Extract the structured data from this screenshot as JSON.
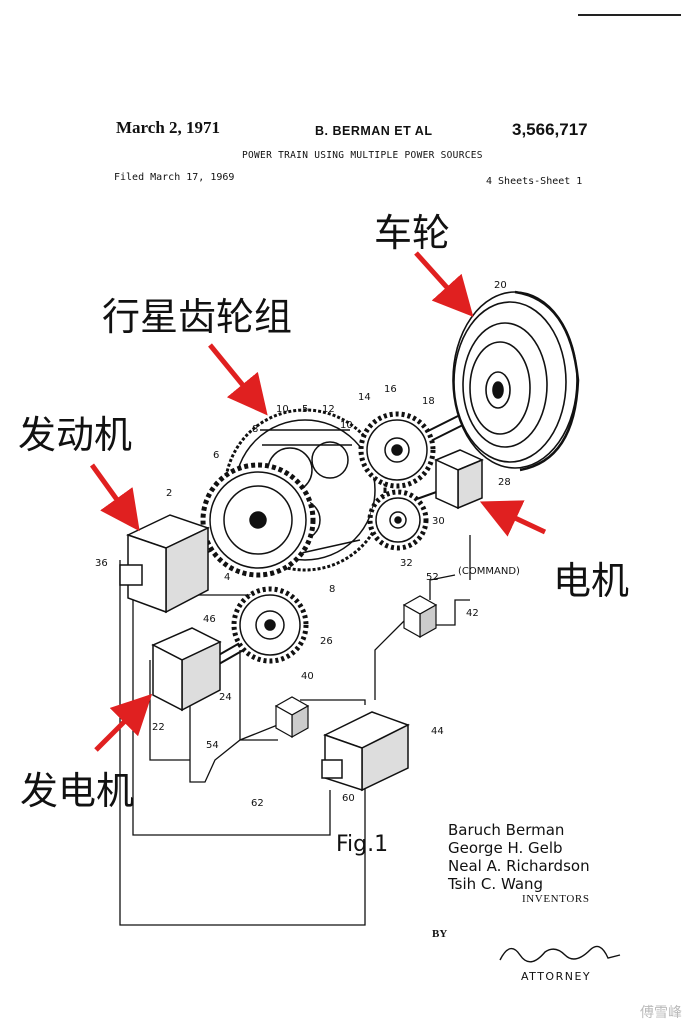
{
  "header": {
    "date": "March 2, 1971",
    "inventor": "B. BERMAN  ET AL",
    "patent_number": "3,566,717",
    "title": "POWER TRAIN USING MULTIPLE POWER SOURCES",
    "filed": "Filed March 17, 1969",
    "sheets": "4 Sheets-Sheet 1"
  },
  "annotations": {
    "wheel": "车轮",
    "planetary_gearset": "行星齿轮组",
    "engine": "发动机",
    "motor": "电机",
    "generator": "发电机"
  },
  "reference_numbers": {
    "n20": "20",
    "n16": "16",
    "n14": "14",
    "n18": "18",
    "n12": "12",
    "n10a": "10",
    "n10b": "10",
    "n5": "5",
    "n8a": "8",
    "n8b": "8",
    "n6": "6",
    "n2": "2",
    "n36": "36",
    "n4": "4",
    "n28": "28",
    "n30": "30",
    "n32": "32",
    "n52": "52",
    "command": "(COMMAND)",
    "n42": "42",
    "n46": "46",
    "n26": "26",
    "n24": "24",
    "n22": "22",
    "n40": "40",
    "n54": "54",
    "n44": "44",
    "n60": "60",
    "n62": "62"
  },
  "caption": "Fig.1",
  "inventors": [
    "Baruch Berman",
    "George H. Gelb",
    "Neal A. Richardson",
    "Tsih C. Wang"
  ],
  "inventors_label": "INVENTORS",
  "by": "BY",
  "attorney_label": "ATTORNEY",
  "watermark": "傅雪峰",
  "colors": {
    "ink": "#111111",
    "arrow": "#e02020",
    "paper": "#ffffff"
  },
  "icons": [
    "wheel-icon",
    "gear-icon",
    "block-icon",
    "arrow-icon",
    "signature-icon"
  ]
}
